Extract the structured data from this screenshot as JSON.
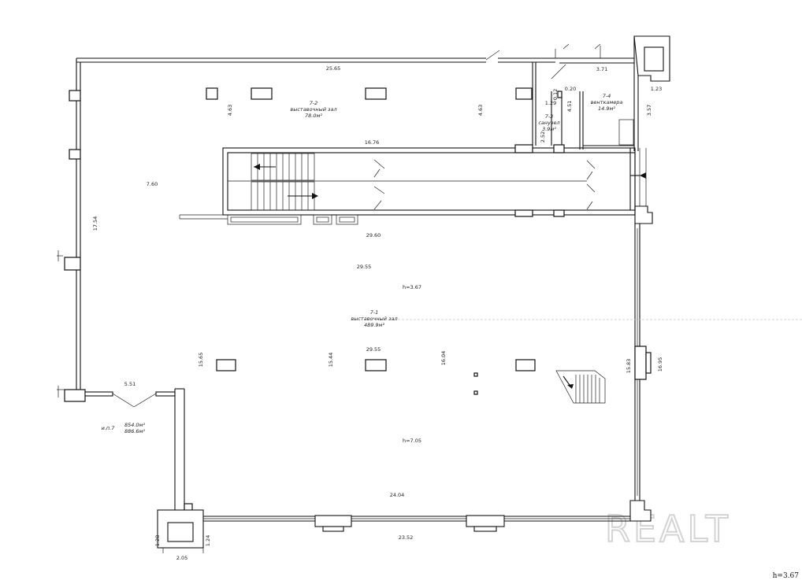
{
  "rooms": {
    "hall_main": {
      "code": "7-1",
      "name": "выставочный зал",
      "area": "489.9м²"
    },
    "hall_top": {
      "code": "7-2",
      "name": "выставочный зал",
      "area": "78.0м²"
    },
    "wc": {
      "code": "7-3",
      "name": "санузел",
      "area": "3.9м²"
    },
    "vent": {
      "code": "7-4",
      "name": "венткамера",
      "area": "14.9м²"
    }
  },
  "premise": {
    "label": "и.п.7",
    "area1": "854.0м²",
    "area2": "886.6м²"
  },
  "heights": {
    "h1": "h=3.67",
    "h2": "h=7.05",
    "corner": "h=3.67"
  },
  "dims": {
    "d2565": "25.65",
    "d371": "3.71",
    "d123": "1.23",
    "d463a": "4.63",
    "d463b": "4.63",
    "d129": "1.29",
    "d012": "0.12",
    "d020": "0.20",
    "d451": "4.51",
    "d357": "3.57",
    "d252": "2.52",
    "d1676": "16.76",
    "d760": "7.60",
    "d1754": "17.54",
    "d2960": "29.60",
    "d2955a": "29.55",
    "d2955b": "29.55",
    "d1565": "15.65",
    "d1544": "15.44",
    "d1604": "16.04",
    "d1583": "15.83",
    "d1695": "16.95",
    "d551": "5.51",
    "d2404": "24.04",
    "d2352": "23.52",
    "d128": "1.28",
    "d124": "1.24",
    "d205": "2.05"
  },
  "watermark": "REALT"
}
